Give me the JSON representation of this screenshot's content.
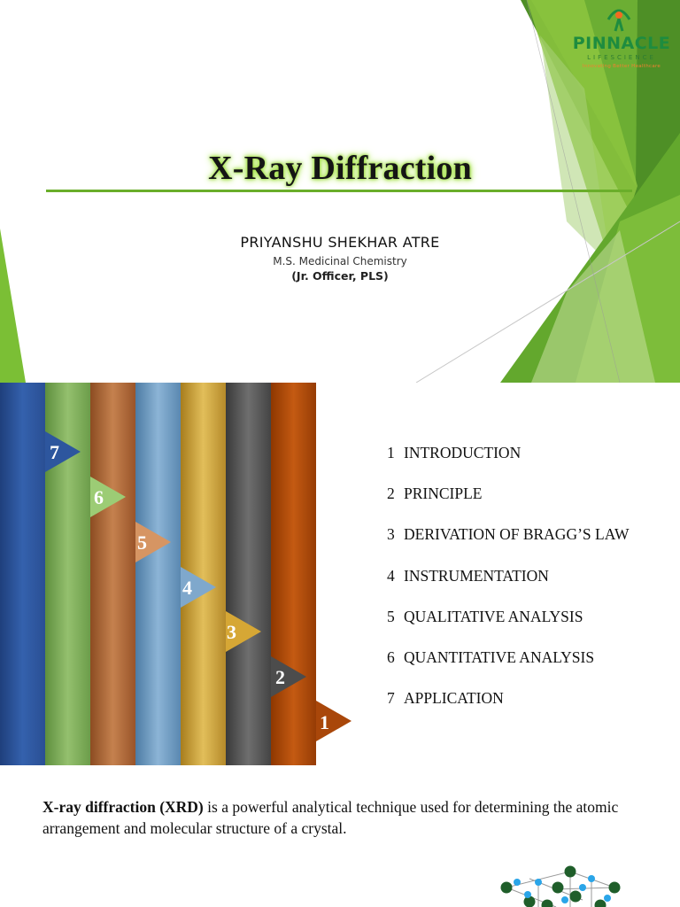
{
  "title_slide": {
    "title": "X-Ray Diffraction",
    "author": "PRIYANSHU SHEKHAR ATRE",
    "degree": "M.S. Medicinal Chemistry",
    "role": "(Jr. Officer, PLS)"
  },
  "logo": {
    "name": "PINNACLE",
    "sub": "LIFESCIENCE",
    "tagline": "Innovating Better Healthcare"
  },
  "colors": {
    "accent_green": "#6aae2a",
    "dark_green": "#3d7a1e",
    "light_green": "#8dc63f"
  },
  "agenda": {
    "markers": [
      "1",
      "2",
      "3",
      "4",
      "5",
      "6",
      "7"
    ],
    "items": [
      {
        "num": "1",
        "label": "INTRODUCTION"
      },
      {
        "num": "2",
        "label": "PRINCIPLE"
      },
      {
        "num": "3",
        "label": "DERIVATION OF BRAGG’S LAW"
      },
      {
        "num": "4",
        "label": "INSTRUMENTATION"
      },
      {
        "num": "5",
        "label": "QUALITATIVE ANALYSIS"
      },
      {
        "num": "6",
        "label": "QUANTITATIVE ANALYSIS"
      },
      {
        "num": "7",
        "label": "APPLICATION"
      }
    ]
  },
  "description": {
    "bold": "X-ray diffraction (XRD)",
    "rest": " is a powerful analytical technique used for determining the atomic arrangement and molecular structure of a crystal."
  }
}
